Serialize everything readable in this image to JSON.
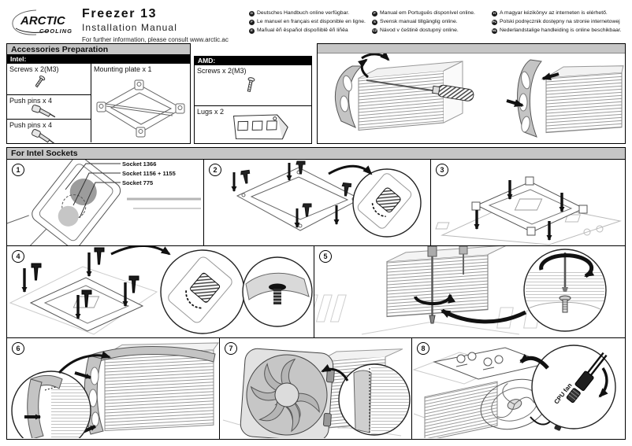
{
  "colors": {
    "header_bar": "#c6c6c6",
    "section_label_bar": "#000000",
    "ink": "#111111"
  },
  "header": {
    "logo": {
      "brand_top": "ARCTIC",
      "brand_bottom": "COOLING"
    },
    "product_title": "Freezer 13",
    "subtitle": "Installation Manual",
    "info_line": "For further information, please consult www.arctic.ac",
    "languages": [
      {
        "code": "D",
        "text": "Deutsches Handbuch online verfügbar."
      },
      {
        "code": "F",
        "text": "Le manuel en français est disponible en ligne."
      },
      {
        "code": "E",
        "text": "Mañual êñ êspañol dispoñiblê êñ liñêa"
      },
      {
        "code": "P",
        "text": "Manual em Português disponível online."
      },
      {
        "code": "S",
        "text": "Svensk manual tillgänglig online."
      },
      {
        "code": "CZ",
        "text": "Návod v češtině dostupný online."
      },
      {
        "code": "H",
        "text": "A magyar kézikönyv az interneten is elérhető."
      },
      {
        "code": "PL",
        "text": "Polski podręcznik dostępny na stronie internetowej"
      },
      {
        "code": "NL",
        "text": "Nederlandstalige handleiding is online beschikbaar."
      }
    ]
  },
  "accessories": {
    "title": "Accessories Preparation",
    "intel": {
      "label": "Intel:",
      "items": {
        "screws": "Screws x 2(M3)",
        "push_pins_a": "Push pins x 4",
        "push_pins_b": "Push pins x 4",
        "mounting_plate": "Mounting plate x 1"
      }
    },
    "amd": {
      "label": "AMD:",
      "items": {
        "screws": "Screws x 2(M3)",
        "lugs": "Lugs x 2"
      }
    }
  },
  "intel_sockets": {
    "title": "For Intel Sockets",
    "step_numbers": [
      "1",
      "2",
      "3",
      "4",
      "5",
      "6",
      "7",
      "8"
    ],
    "socket_labels": [
      "Socket 1366",
      "Socket 1156 + 1155",
      "Socket 775"
    ],
    "cpu_fan_label": "CPU fan"
  }
}
